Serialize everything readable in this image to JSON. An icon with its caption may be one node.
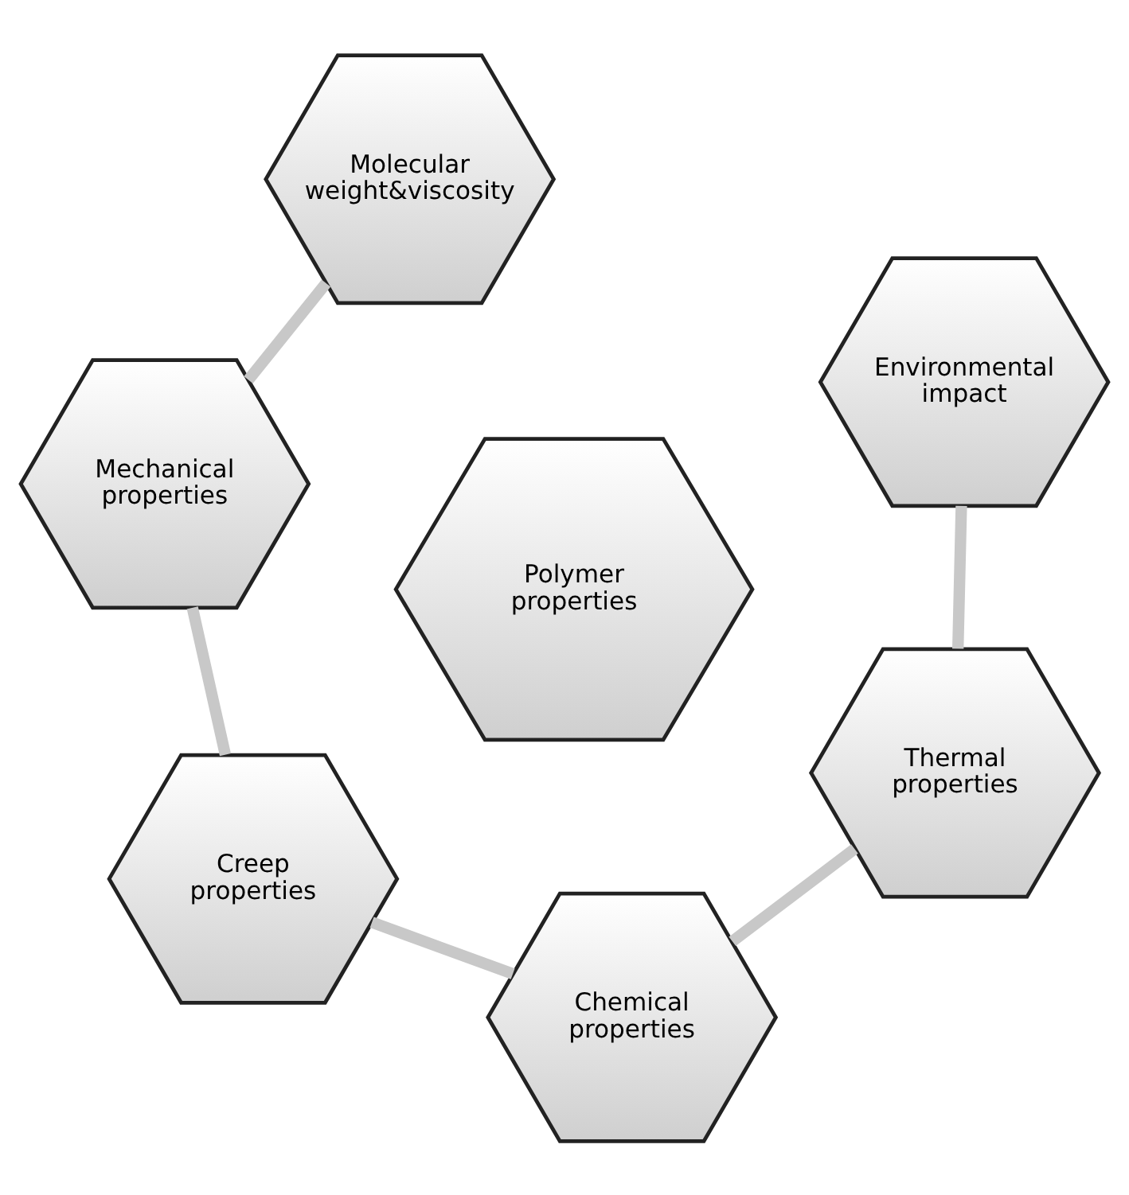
{
  "diagram": {
    "nodes": [
      {
        "text": [
          "Molecular weight&viscosity"
        ]
      },
      {
        "text": [
          "Environmental impact"
        ]
      },
      {
        "text": [
          "Mechanical properties"
        ]
      },
      {
        "text": [
          "Polymer properties"
        ]
      },
      {
        "text": [
          "Thermal properties"
        ]
      },
      {
        "text": [
          "Creep properties"
        ]
      },
      {
        "text": [
          "Chemical properties"
        ]
      }
    ],
    "edges": [
      {
        "from": 0,
        "to": 2,
        "arrow": "none"
      },
      {
        "from": 2,
        "to": 5,
        "arrow": "none"
      },
      {
        "from": 5,
        "to": 6,
        "arrow": "none"
      },
      {
        "from": 6,
        "to": 4,
        "arrow": "none"
      },
      {
        "from": 4,
        "to": 1,
        "arrow": "none"
      }
    ]
  }
}
